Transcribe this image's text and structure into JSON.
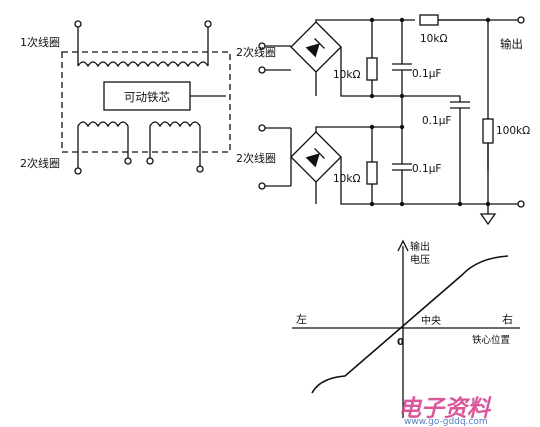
{
  "transformer": {
    "primary_label": "1次线圈",
    "secondary_label": "2次线圈",
    "core_label": "可动铁芯"
  },
  "rectifier": {
    "top": {
      "coil_label": "2次线圈",
      "resistor_label": "10kΩ",
      "capacitor_label": "0.1μF"
    },
    "bottom": {
      "coil_label": "2次线圈",
      "resistor_label": "10kΩ",
      "capacitor_label": "0.1μF"
    },
    "series_resistor_label": "10kΩ",
    "filter_capacitor_label": "0.1μF",
    "load_resistor_label": "100kΩ",
    "output_label": "输出"
  },
  "graph": {
    "y_label_line1": "输出",
    "y_label_line2": "电压",
    "left_label": "左",
    "right_label": "右",
    "center_label": "中央",
    "x_label": "铁心位置",
    "origin_label": "0"
  },
  "watermark": {
    "brand": "电子资料",
    "url": "www.go-gddq.com"
  },
  "colors": {
    "ink": "#111111",
    "watermark": "#d23c8a"
  }
}
